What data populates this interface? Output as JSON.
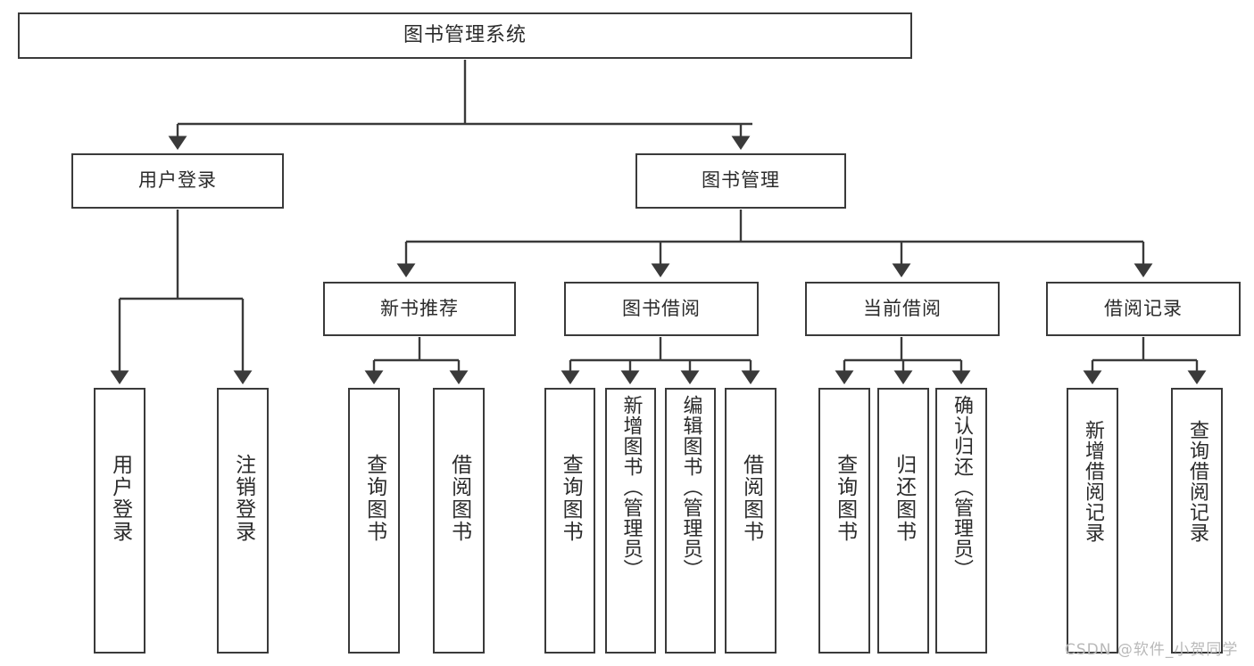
{
  "diagram": {
    "type": "tree-hierarchy",
    "title": "图书管理系统",
    "root": {
      "id": "root",
      "label": "图书管理系统",
      "orientation": "horizontal"
    },
    "level1": [
      {
        "id": "user-login",
        "label": "用户登录",
        "orientation": "horizontal"
      },
      {
        "id": "book-management",
        "label": "图书管理",
        "orientation": "horizontal"
      }
    ],
    "level2": [
      {
        "id": "new-book-recommend",
        "label": "新书推荐",
        "parent": "book-management",
        "orientation": "horizontal"
      },
      {
        "id": "book-borrow",
        "label": "图书借阅",
        "parent": "book-management",
        "orientation": "horizontal"
      },
      {
        "id": "current-borrow",
        "label": "当前借阅",
        "parent": "book-management",
        "orientation": "horizontal"
      },
      {
        "id": "borrow-record",
        "label": "借阅记录",
        "parent": "book-management",
        "orientation": "horizontal"
      }
    ],
    "leaves": [
      {
        "id": "leaf-user-login",
        "label": "用户登录",
        "parent": "user-login",
        "orientation": "vertical"
      },
      {
        "id": "leaf-user-logout",
        "label": "注销登录",
        "parent": "user-login",
        "orientation": "vertical"
      },
      {
        "id": "leaf-query-book-1",
        "label": "查询图书",
        "parent": "new-book-recommend",
        "orientation": "vertical"
      },
      {
        "id": "leaf-borrow-book-1",
        "label": "借阅图书",
        "parent": "new-book-recommend",
        "orientation": "vertical"
      },
      {
        "id": "leaf-query-book-2",
        "label": "查询图书",
        "parent": "book-borrow",
        "orientation": "vertical"
      },
      {
        "id": "leaf-add-book",
        "label": "新增图书（管理员）",
        "parent": "book-borrow",
        "orientation": "vertical"
      },
      {
        "id": "leaf-edit-book",
        "label": "编辑图书（管理员）",
        "parent": "book-borrow",
        "orientation": "vertical"
      },
      {
        "id": "leaf-borrow-book-2",
        "label": "借阅图书",
        "parent": "book-borrow",
        "orientation": "vertical"
      },
      {
        "id": "leaf-query-book-3",
        "label": "查询图书",
        "parent": "current-borrow",
        "orientation": "vertical"
      },
      {
        "id": "leaf-return-book",
        "label": "归还图书",
        "parent": "current-borrow",
        "orientation": "vertical"
      },
      {
        "id": "leaf-confirm-return",
        "label": "确认归还（管理员）",
        "parent": "current-borrow",
        "orientation": "vertical"
      },
      {
        "id": "leaf-add-borrow-record",
        "label": "新增借阅记录",
        "parent": "borrow-record",
        "orientation": "vertical"
      },
      {
        "id": "leaf-query-borrow-record",
        "label": "查询借阅记录",
        "parent": "borrow-record",
        "orientation": "vertical"
      }
    ],
    "colors": {
      "stroke": "#3a3a3a",
      "fill": "#ffffff",
      "text": "#2b2b2b",
      "watermark": "#b9b9b9"
    }
  },
  "watermark": {
    "text": "CSDN @软件_小贺同学"
  }
}
